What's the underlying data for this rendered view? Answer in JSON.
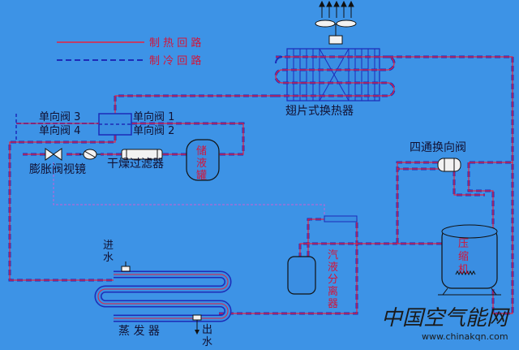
{
  "legend": {
    "heating": "制 热 回 路",
    "cooling": "制 冷 回 路"
  },
  "labels": {
    "fin_exchanger": "翅片式换热器",
    "check_valve_1": "单向阀 1",
    "check_valve_2": "单向阀 2",
    "check_valve_3": "单向阀 3",
    "check_valve_4": "单向阀 4",
    "four_way_valve": "四通换向阀",
    "expansion_sight": "膨胀阀视镜",
    "dryer_filter": "干燥过滤器",
    "receiver_1": "储",
    "receiver_2": "液",
    "receiver_3": "罐",
    "compressor_1": "压",
    "compressor_2": "缩",
    "compressor_3": "机",
    "separator_1": "汽",
    "separator_2": "液",
    "separator_3": "分",
    "separator_4": "离",
    "separator_5": "器",
    "water_in_1": "进",
    "water_in_2": "水",
    "water_out_1": "出",
    "water_out_2": "水",
    "evaporator": "蒸 发 器"
  },
  "watermark": {
    "brand": "中国空气能网",
    "url": "www.chinakqn.com"
  },
  "colors": {
    "background": "#3d93e6",
    "heating_line": "#e8233e",
    "cooling_line": "#1d2bb8",
    "component": "#2b4fd6",
    "label": "#111133",
    "accent_label": "#d4143a"
  }
}
